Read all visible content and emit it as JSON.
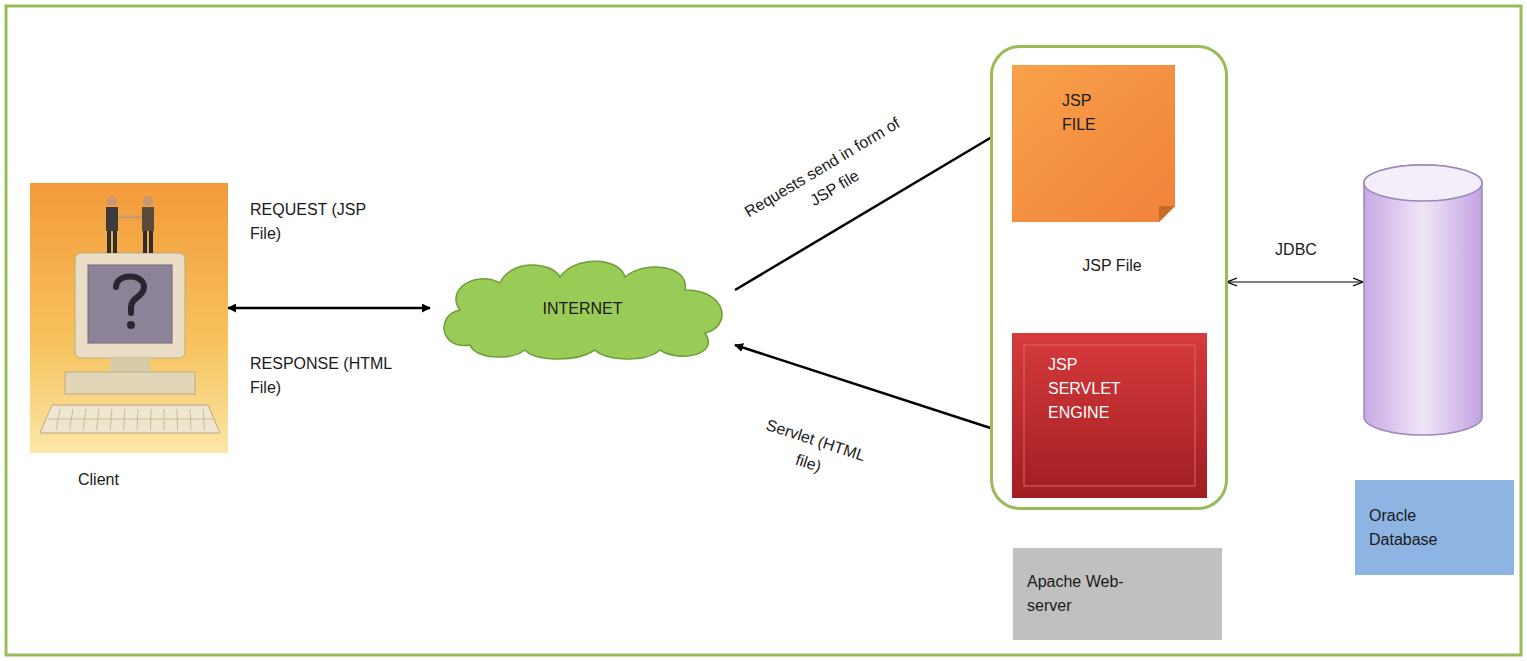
{
  "diagram": {
    "nodes": [
      {
        "text": [
          "Client"
        ]
      },
      {
        "text": [
          "INTERNET"
        ]
      },
      {
        "text": [
          "Apache Web-server"
        ]
      },
      {
        "text": [
          "JSP FILE"
        ],
        "in": 2
      },
      {
        "text": [
          "JSP SERVLET ENGINE"
        ],
        "in": 2
      },
      {
        "text": [
          "Oracle Database"
        ]
      }
    ],
    "edges": [
      {
        "from": 0,
        "to": 1,
        "arrow": "both"
      },
      {
        "from": 1,
        "to": 3,
        "label": "Requests send in form of JSP file",
        "arrow": "to"
      },
      {
        "from": 3,
        "to": 4,
        "label": "JSP File",
        "arrow": "to"
      },
      {
        "from": 4,
        "to": 1,
        "label": "Servlet (HTML file)",
        "arrow": "to"
      },
      {
        "from": 2,
        "to": 5,
        "label": "JDBC",
        "arrow": "both"
      }
    ],
    "labels": [
      "REQUEST (JSP File)",
      "RESPONSE (HTML File)"
    ]
  }
}
